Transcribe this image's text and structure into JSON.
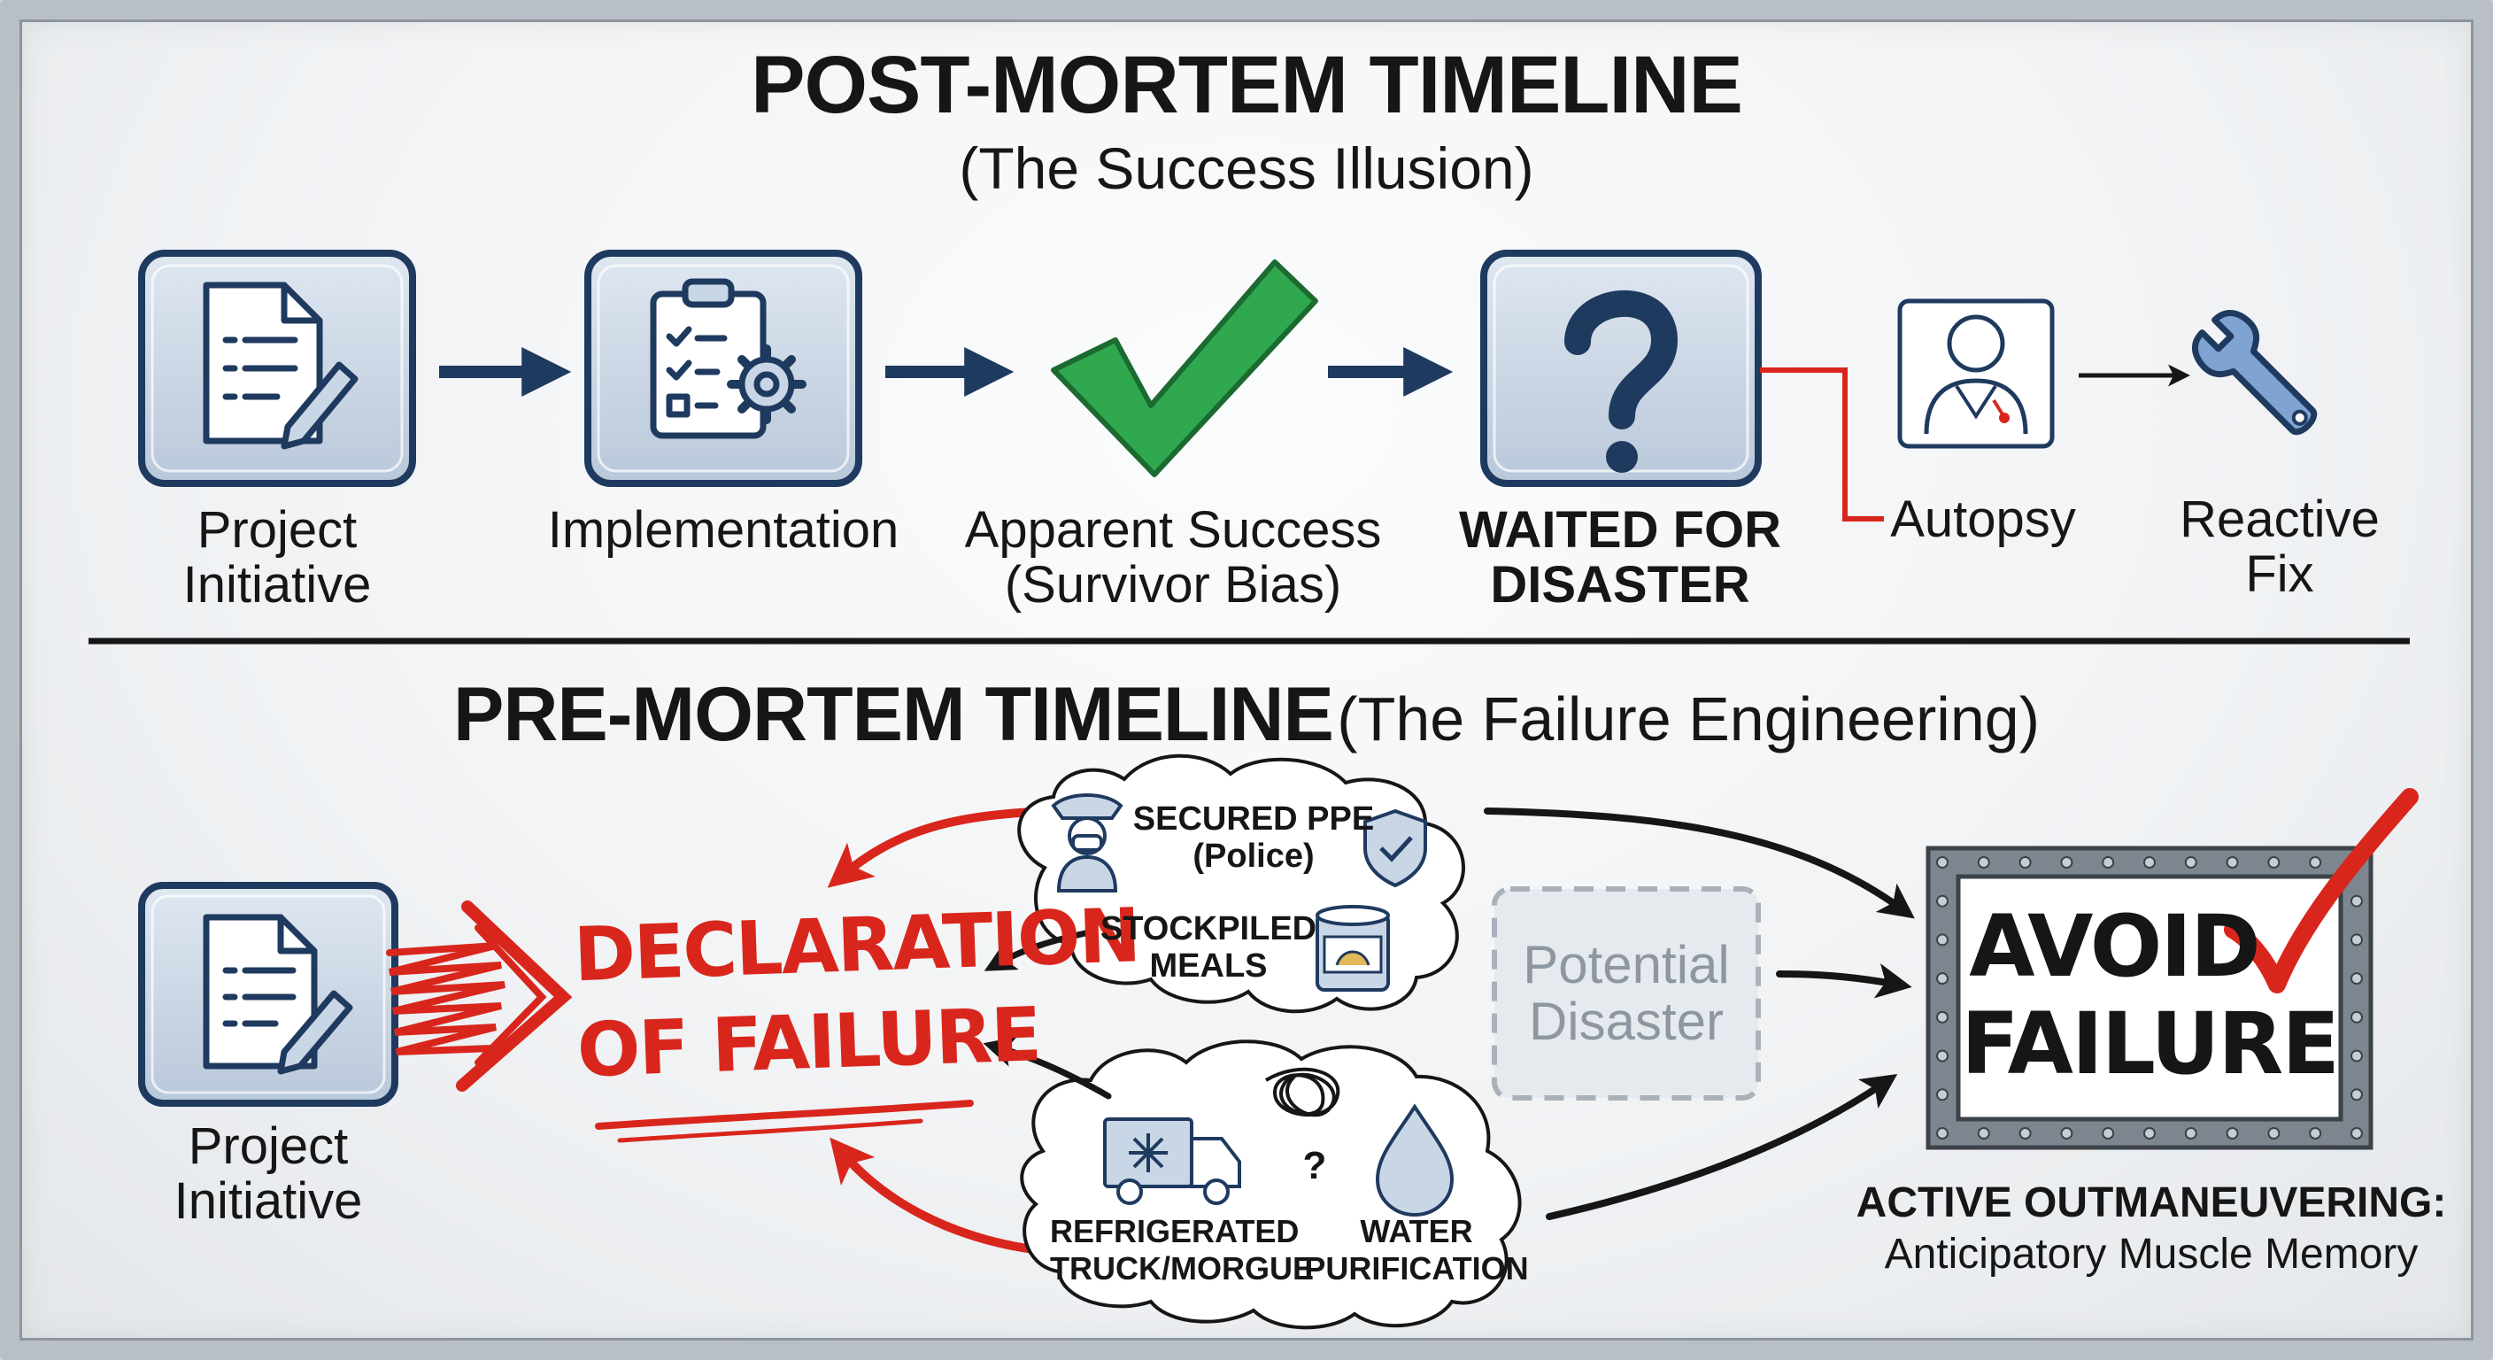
{
  "post_mortem": {
    "title": "POST-MORTEM TIMELINE",
    "subtitle": "(The Success Illusion)",
    "steps": [
      {
        "line1": "Project",
        "line2": "Initiative",
        "icon": "document-pen-icon"
      },
      {
        "line1": "Implementation",
        "icon": "clipboard-gear-icon"
      },
      {
        "line1": "Apparent Success",
        "line2": "(Survivor Bias)",
        "icon": "green-checkmark-icon"
      },
      {
        "line1": "WAITED FOR",
        "line2": "DISASTER",
        "icon": "question-mark-icon"
      },
      {
        "line1": "Autopsy",
        "icon": "doctor-icon"
      },
      {
        "line1": "Reactive",
        "line2": "Fix",
        "icon": "wrench-icon"
      }
    ]
  },
  "pre_mortem": {
    "title": "PRE-MORTEM TIMELINE",
    "subtitle": "(The Failure Engineering)",
    "start": {
      "line1": "Project",
      "line2": "Initiative",
      "icon": "document-pen-icon"
    },
    "declaration": {
      "line1": "DECLARATION",
      "line2": "OF FAILURE"
    },
    "cloud_top": [
      {
        "line1": "SECURED PPE",
        "line2": "(Police)",
        "icon": "police-officer-icon",
        "icon2": "shield-check-icon"
      },
      {
        "line1": "STOCKPILED",
        "line2": "MEALS",
        "icon": "canned-food-icon"
      }
    ],
    "cloud_bottom": [
      {
        "line1": "REFRIGERATED",
        "line2": "TRUCK/MORGUE",
        "icon": "refrigerated-truck-icon"
      },
      {
        "line1": "WATER",
        "line2": "PURIFICATION",
        "icon": "water-drop-icon"
      }
    ],
    "tangle_mark": "?",
    "potential": {
      "line1": "Potential",
      "line2": "Disaster"
    },
    "avoid": {
      "line1": "AVOID",
      "line2": "FAILURE"
    },
    "outcome": {
      "line1": "ACTIVE OUTMANEUVERING:",
      "line2": "Anticipatory Muscle Memory"
    }
  },
  "colors": {
    "navy": "#1f3a5f",
    "icon_fill": "#c9d6e6",
    "green": "#2fa84f",
    "red": "#d9261c",
    "ink": "#161616"
  }
}
